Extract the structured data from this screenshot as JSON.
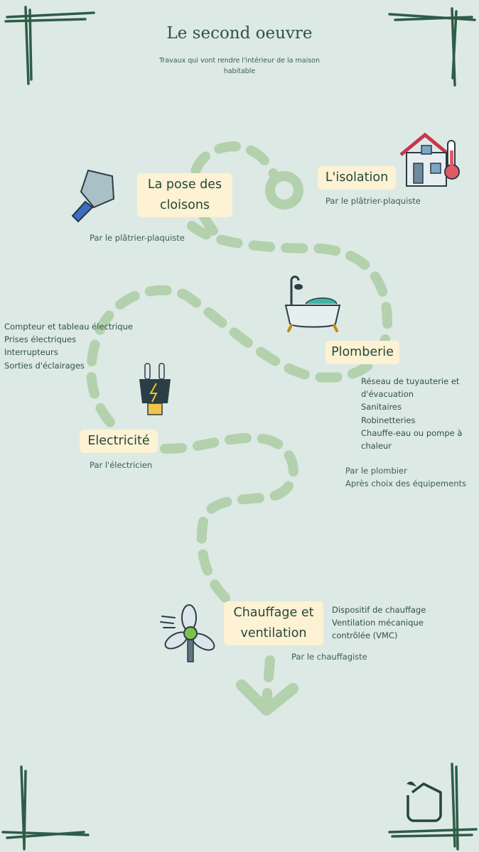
{
  "header": {
    "title": "Le second oeuvre",
    "subtitle": "Travaux qui vont rendre l'intérieur de la maison habitable"
  },
  "steps": [
    {
      "id": "cloisons",
      "label": "La pose des cloisons",
      "by": "Par le plâtrier-plaquiste",
      "details": [],
      "icon": "putty-knife-icon"
    },
    {
      "id": "isolation",
      "label": "L'isolation",
      "by": "Par le plâtrier-plaquiste",
      "details": [],
      "icon": "house-thermometer-icon"
    },
    {
      "id": "plomberie",
      "label": "Plomberie",
      "by": "Par le plombier",
      "by_extra": "Après choix des équipements",
      "details": [
        "Réseau de tuyauterie et",
        "d'évacuation",
        "Sanitaires",
        "Robinetteries",
        "Chauffe-eau ou pompe à",
        "chaleur"
      ],
      "icon": "bathtub-icon"
    },
    {
      "id": "electricite",
      "label": "Electricité",
      "by": "Par l'électricien",
      "details": [
        "Compteur et tableau électrique",
        "Prises électriques",
        "Interrupteurs",
        "Sorties d'éclairages"
      ],
      "icon": "electric-plug-icon"
    },
    {
      "id": "chauffage",
      "label": "Chauffage et ventilation",
      "by": "Par le chauffagiste",
      "details": [
        "Dispositif de chauffage",
        "Ventilation mécanique",
        "contrôlée (VMC)"
      ],
      "icon": "fan-icon"
    }
  ],
  "colors": {
    "background": "#dde9e5",
    "path": "#b3d1ad",
    "label_bg": "#fdf2d3",
    "text": "#2f5446",
    "corner": "#2e5c48"
  },
  "logo": "house-leaf-logo-icon"
}
